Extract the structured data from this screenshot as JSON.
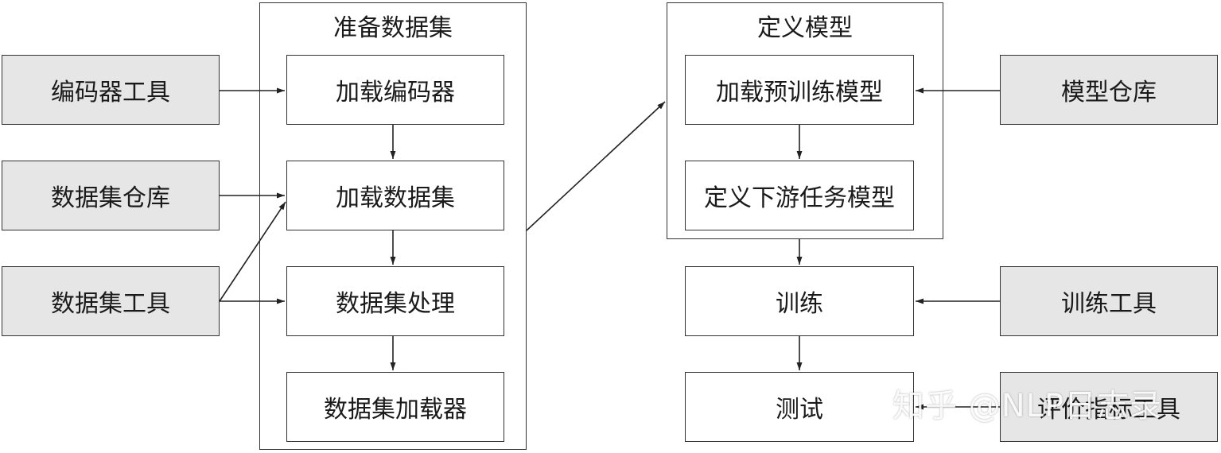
{
  "groups": {
    "prepare": {
      "title": "准备数据集"
    },
    "model": {
      "title": "定义模型"
    }
  },
  "tools": {
    "encoder_tool": "编码器工具",
    "dataset_repo": "数据集仓库",
    "dataset_tool": "数据集工具",
    "model_repo": "模型仓库",
    "train_tool": "训练工具",
    "eval_tool": "评价指标工具"
  },
  "steps": {
    "load_encoder": "加载编码器",
    "load_dataset": "加载数据集",
    "process_dataset": "数据集处理",
    "dataset_loader": "数据集加载器",
    "load_pretrained": "加载预训练模型",
    "define_downstream": "定义下游任务模型",
    "train": "训练",
    "test": "测试"
  },
  "watermark": "知乎 @NLP日志录"
}
